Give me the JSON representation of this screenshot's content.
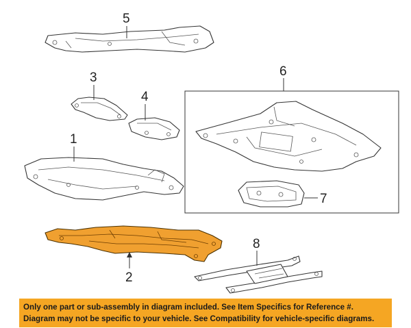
{
  "diagram": {
    "callouts": {
      "c1": "1",
      "c2": "2",
      "c3": "3",
      "c4": "4",
      "c5": "5",
      "c6": "6",
      "c7": "7",
      "c8": "8"
    },
    "highlight_color": "#F0A030"
  },
  "banner": {
    "line1": "Only one part or sub-assembly in diagram included. See Item Specifics for Reference #.",
    "line2": "Diagram may not be specific to your vehicle. See Compatibility for vehicle-specific diagrams.",
    "background": "#F5A623"
  }
}
